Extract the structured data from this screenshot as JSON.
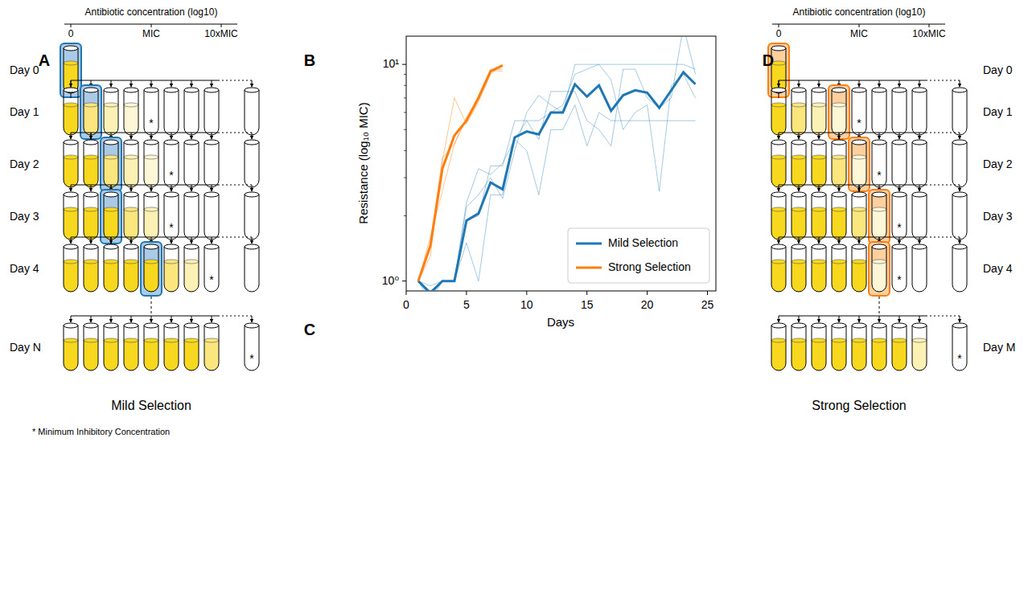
{
  "diagram": {
    "labels": [
      "A",
      "Antibiotic concentration (log10)",
      "0",
      "MIC",
      "10xMIC",
      "Day 0",
      "Day 1",
      "Day 2",
      "Day 3",
      "Day 4",
      "Day N",
      "*",
      "*",
      "*",
      "*",
      "*",
      "Mild Selection",
      "* Minimum Inhibitory Concentration",
      "B",
      "10¹",
      "10⁰",
      "0",
      "5",
      "10",
      "15",
      "20",
      "25",
      "Days",
      "Resistance (log₁₀ MIC)",
      "C",
      "D",
      "Antibiotic concentration (log10)",
      "0",
      "MIC",
      "10xMIC",
      "Day 0",
      "Day 1",
      "Day 2",
      "Day 3",
      "Day 4",
      "Day M",
      "*",
      "*",
      "*",
      "*",
      "*",
      "Strong Selection"
    ],
    "legend": [
      {
        "text": "Mild Selection"
      },
      {
        "text": "Strong Selection"
      }
    ]
  }
}
